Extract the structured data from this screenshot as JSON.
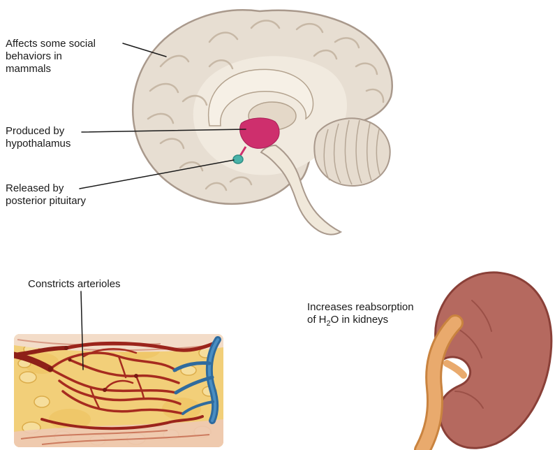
{
  "figure": {
    "labels": {
      "social": {
        "line1": "Affects some social",
        "line2": "behaviors in",
        "line3": "mammals"
      },
      "hypothalamus": {
        "line1": "Produced by",
        "line2": "hypothalamus"
      },
      "pituitary": {
        "line1": "Released by",
        "line2": "posterior pituitary"
      },
      "arterioles": {
        "line1": "Constricts arterioles"
      },
      "kidneys": {
        "line1": "Increases reabsorption",
        "line2_prefix": "of H",
        "line2_sub": "2",
        "line2_suffix": "O in kidneys"
      }
    },
    "colors": {
      "leader_line": "#1a1a1a",
      "brain_fill": "#e7ded2",
      "brain_outline": "#a9998c",
      "hypothalamus_highlight": "#ce2f6d",
      "pituitary_highlight": "#49b3a9",
      "tissue_yellow": "#f2cf79",
      "arteriole_red": "#9b241b",
      "venule_blue": "#2f6b9e",
      "kidney_fill": "#b5695f",
      "kidney_outline": "#8a4038",
      "ureter_fill": "#e9aa6d"
    }
  }
}
